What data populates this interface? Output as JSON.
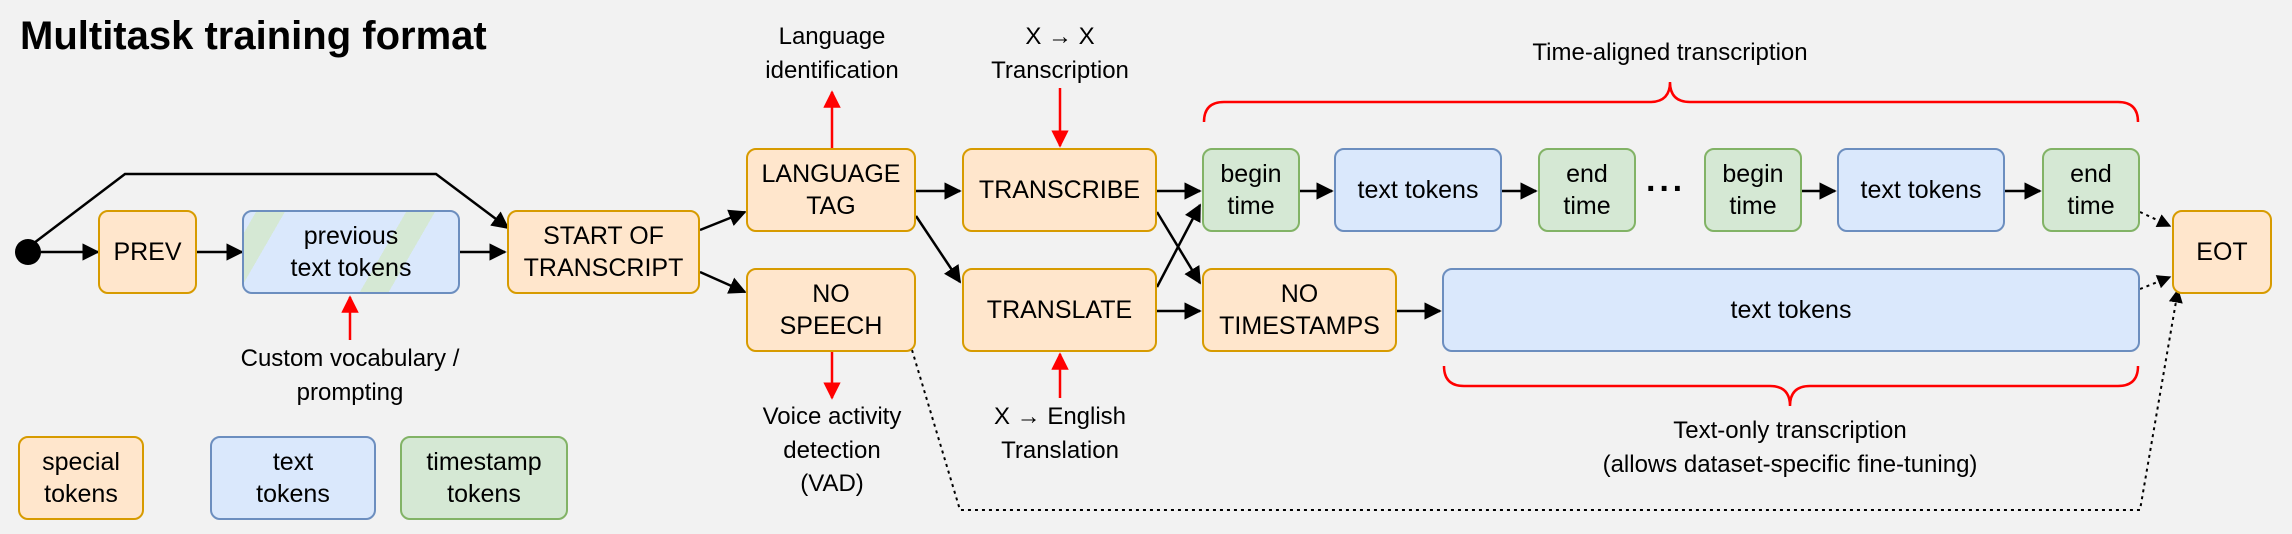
{
  "title": "Multitask training format",
  "boxes": {
    "prev": "PREV",
    "previous_text_tokens": "previous\ntext tokens",
    "start_of_transcript": "START OF\nTRANSCRIPT",
    "language_tag": "LANGUAGE\nTAG",
    "no_speech": "NO\nSPEECH",
    "transcribe": "TRANSCRIBE",
    "translate": "TRANSLATE",
    "begin_time_1": "begin\ntime",
    "text_tokens_1": "text tokens",
    "end_time_1": "end\ntime",
    "begin_time_2": "begin\ntime",
    "text_tokens_2": "text tokens",
    "end_time_2": "end\ntime",
    "no_timestamps": "NO\nTIMESTAMPS",
    "text_tokens_long": "text tokens",
    "eot": "EOT",
    "ellipsis": "···"
  },
  "annotations": {
    "language_identification": "Language\nidentification",
    "x_to_x": "X → X\nTranscription",
    "time_aligned": "Time-aligned transcription",
    "custom_vocab": "Custom vocabulary /\nprompting",
    "vad": "Voice activity\ndetection\n(VAD)",
    "x_to_english": "X → English\nTranslation",
    "text_only": "Text-only transcription\n(allows dataset-specific fine-tuning)"
  },
  "legend": {
    "special": "special\ntokens",
    "text": "text\ntokens",
    "timestamp": "timestamp\ntokens"
  },
  "colors": {
    "special_fill": "#ffe6cc",
    "special_border": "#d79b00",
    "text_fill": "#dae8fc",
    "text_border": "#6c8ebf",
    "timestamp_fill": "#d5e8d4",
    "timestamp_border": "#82b366",
    "annotation_red": "#ff0000",
    "background": "#f2f2f2"
  }
}
